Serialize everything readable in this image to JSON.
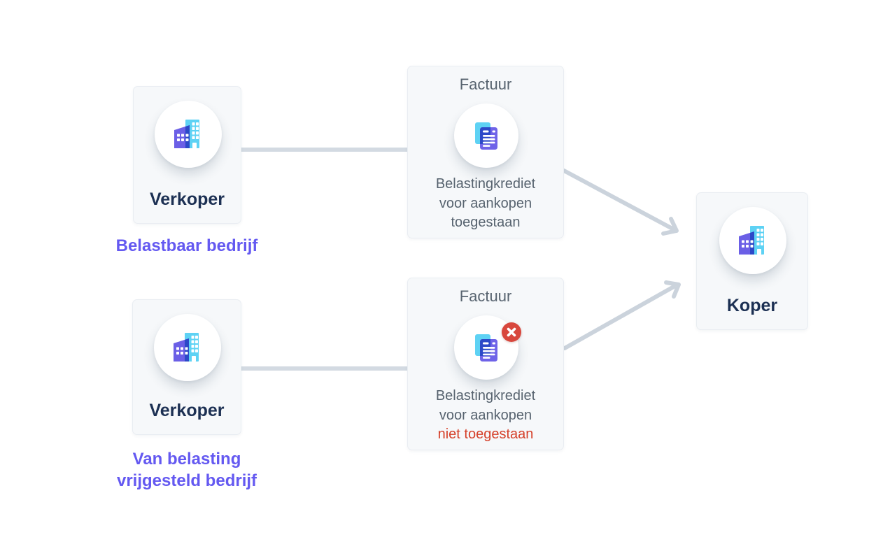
{
  "nodes": {
    "seller_taxable": {
      "label": "Verkoper",
      "caption": "Belastbaar bedrijf"
    },
    "seller_exempt": {
      "label": "Verkoper",
      "caption": "Van belasting vrijgesteld bedrijf"
    },
    "invoice_allowed": {
      "title": "Factuur",
      "line1": "Belastingkrediet",
      "line2": "voor aankopen",
      "line3": "toegestaan"
    },
    "invoice_not_allowed": {
      "title": "Factuur",
      "line1": "Belastingkrediet",
      "line2": "voor aankopen",
      "line3": "niet toegestaan"
    },
    "buyer": {
      "label": "Koper"
    }
  },
  "icons": {
    "building": "building-icon",
    "invoice": "invoice-document-icon",
    "error_badge": "error-cross-badge-icon"
  },
  "colors": {
    "accent_purple": "#6459f1",
    "label_navy": "#1c3053",
    "muted_slate": "#57636f",
    "alert_red": "#d5402a",
    "badge_red": "#d8473d",
    "connector_gray": "#d2d9e1",
    "icon_cyan": "#5ed2f4",
    "icon_purple": "#6b5fe6",
    "icon_dark_blue": "#2c49c8",
    "card_bg": "#f6f8fa",
    "card_border": "#e9edf2"
  }
}
